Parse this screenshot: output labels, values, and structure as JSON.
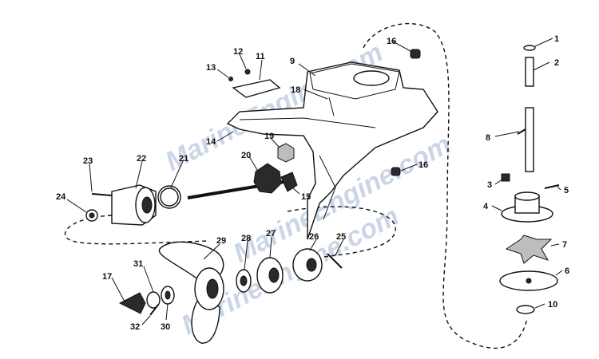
{
  "watermark": "MarineEngine.com",
  "labels": {
    "p1": "1",
    "p2": "2",
    "p3": "3",
    "p4": "4",
    "p5": "5",
    "p6": "6",
    "p7": "7",
    "p8": "8",
    "p9": "9",
    "p10": "10",
    "p11": "11",
    "p12": "12",
    "p13": "13",
    "p14": "14",
    "p15": "15",
    "p16a": "16",
    "p16b": "16",
    "p17": "17",
    "p18": "18",
    "p19": "19",
    "p20": "20",
    "p21": "21",
    "p22": "22",
    "p23": "23",
    "p24": "24",
    "p25": "25",
    "p26": "26",
    "p27": "27",
    "p28": "28",
    "p29": "29",
    "p30": "30",
    "p31": "31",
    "p32": "32"
  }
}
